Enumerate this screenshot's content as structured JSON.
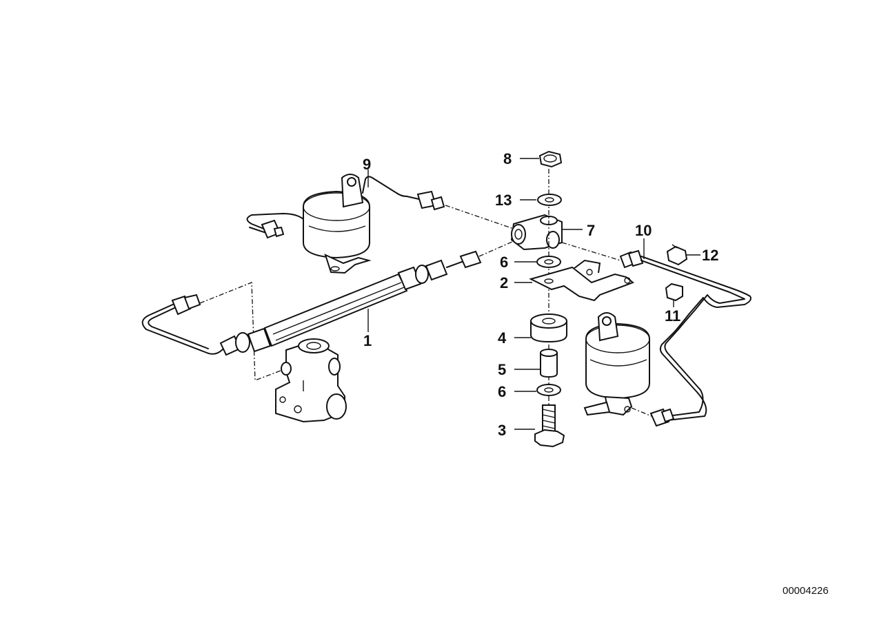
{
  "callouts": {
    "c1": "1",
    "c2": "2",
    "c3": "3",
    "c4": "4",
    "c5": "5",
    "c6a": "6",
    "c6b": "6",
    "c7": "7",
    "c8": "8",
    "c9": "9",
    "c10": "10",
    "c11": "11",
    "c12": "12",
    "c13": "13"
  },
  "diagram_ref": "00004226"
}
